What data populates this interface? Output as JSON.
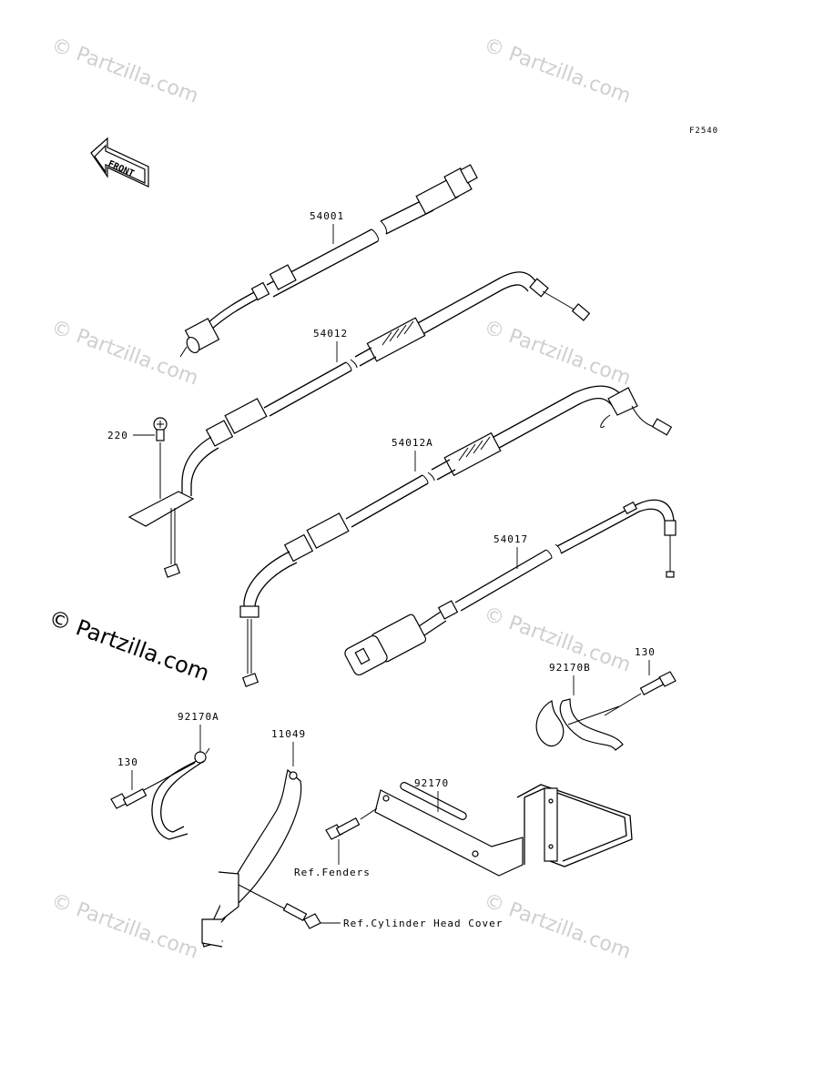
{
  "diagram_code": "F2540",
  "front_arrow_label": "FRONT",
  "watermark_text": "© Partzilla.com",
  "main_watermark": "© Partzilla.com",
  "parts": {
    "speedometer_cable": "54001",
    "throttle_cable_open": "54012",
    "throttle_cable_close": "54012A",
    "choke_cable": "54017",
    "screw": "220",
    "bracket_a": "92170A",
    "bracket_b": "92170B",
    "bracket": "92170",
    "holder": "11049",
    "bolt_left": "130",
    "bolt_right": "130"
  },
  "references": {
    "fenders": "Ref.Fenders",
    "cylinder_head_cover": "Ref.Cylinder Head Cover"
  }
}
